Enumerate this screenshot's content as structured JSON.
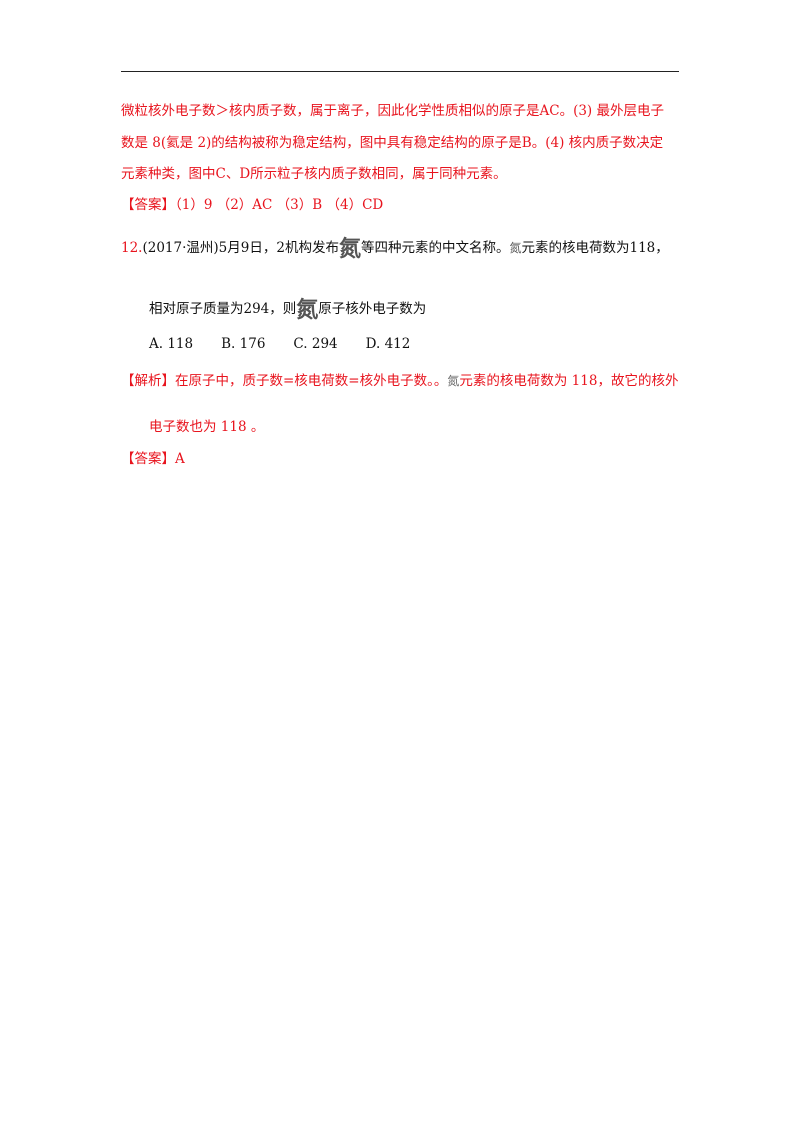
{
  "explanation_cont": {
    "line1": "微粒核外电子数＞核内质子数，属于离子，因此化学性质相似的原子是AC。(3) 最外层电子",
    "line2": "数是 8(氦是 2)的结构被称为稳定结构，图中具有稳定结构的原子是B。(4) 核内质子数决定",
    "line3": "元素种类，图中C、D所示粒子核内质子数相同，属于同种元素。"
  },
  "answer11": {
    "label": "【答案】",
    "text": "（1）9 （2）AC （3）B （4）CD"
  },
  "question12": {
    "number": "12.",
    "source": "(2017·温州)",
    "line1_a": "5月9日，2机构发布",
    "element_glyph": "氮",
    "line1_b": "等四种元素的中文名称。",
    "line1_c": "元素的核电荷数为118，",
    "line2_a": "相对原子质量为294，则",
    "line2_b": "原子核外电子数为",
    "options": [
      {
        "letter": "A.",
        "value": "118"
      },
      {
        "letter": "B.",
        "value": "176"
      },
      {
        "letter": "C.",
        "value": "294"
      },
      {
        "letter": "D.",
        "value": "412"
      }
    ]
  },
  "analysis12": {
    "label": "【解析】",
    "text1": "在原子中，质子数=核电荷数=核外电子数。。",
    "text2": "元素的核电荷数为 118，故它的核外",
    "text3": "电子数也为 118 。"
  },
  "answer12": {
    "label": "【答案】",
    "text": "A"
  },
  "colors": {
    "accent_red": "#e8141e",
    "text_black": "#111111",
    "rule": "#222222"
  }
}
